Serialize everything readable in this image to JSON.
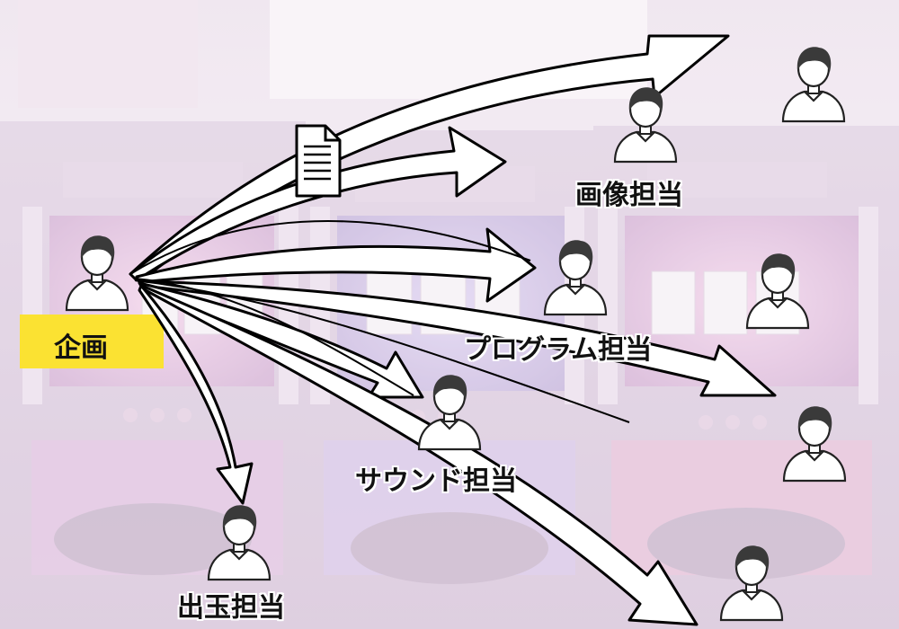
{
  "roles": {
    "planning": "企画",
    "graphics": "画像担当",
    "program": "プログラム担当",
    "sound": "サウンド担当",
    "payout": "出玉担当"
  },
  "colors": {
    "planning_box": "#fbe232",
    "overlay": "#ffffff",
    "arrow_fill": "#ffffff",
    "arrow_stroke": "#000000",
    "machine_pink": "#e7b6d6",
    "machine_purple": "#c9a7cf"
  },
  "icons": {
    "person": "person-icon",
    "document": "document-icon"
  }
}
